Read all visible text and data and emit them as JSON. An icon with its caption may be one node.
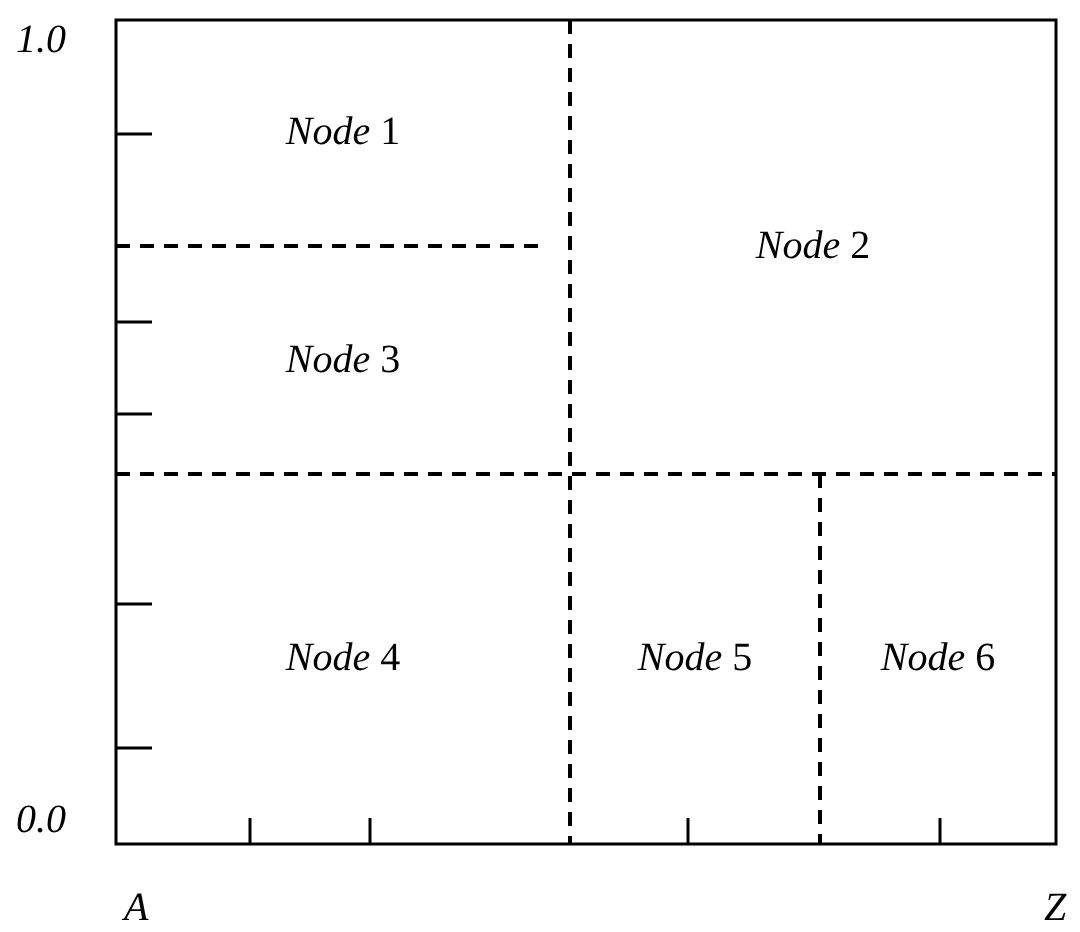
{
  "diagram": {
    "nodes": [
      {
        "text": [
          "*Node* 1"
        ]
      },
      {
        "text": [
          "*Node* 2"
        ]
      },
      {
        "text": [
          "*Node* 3"
        ]
      },
      {
        "text": [
          "*Node* 4"
        ]
      },
      {
        "text": [
          "*Node* 5"
        ]
      },
      {
        "text": [
          "*Node* 6"
        ]
      }
    ],
    "edges": [],
    "labels": [
      "1.0",
      "0.0",
      "A",
      "Z"
    ]
  }
}
